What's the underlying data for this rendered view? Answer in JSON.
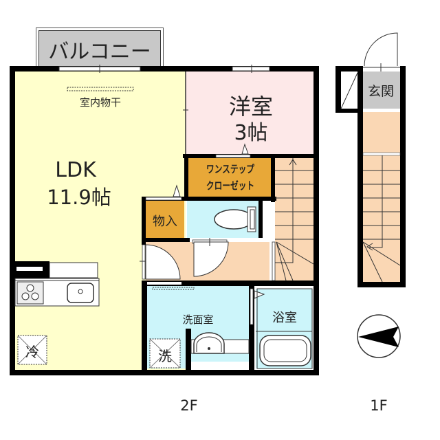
{
  "colors": {
    "wall": "#000000",
    "ldk": "#ffffcc",
    "western_room": "#fde8e8",
    "closet": "#e8a838",
    "wet_area": "#ccf5fa",
    "hall": "#fad7b4",
    "entrance": "#c8c8c8",
    "balcony": "#c8c8c8"
  },
  "floors": [
    {
      "label": "2F"
    },
    {
      "label": "1F"
    }
  ],
  "rooms": {
    "balcony": {
      "label": "バルコニー"
    },
    "ldk": {
      "label": "LDK",
      "size": "11.9帖",
      "drying_rack": "室内物干"
    },
    "western": {
      "label": "洋室",
      "size": "3帖"
    },
    "one_step_closet": {
      "line1": "ワンステップ",
      "line2": "クローゼット"
    },
    "storage": {
      "label": "物入"
    },
    "washroom": {
      "label": "洗面室"
    },
    "bathroom": {
      "label": "浴室"
    },
    "entrance": {
      "label": "玄関"
    }
  },
  "fixtures": {
    "fridge": {
      "label": "冷"
    },
    "washer": {
      "label": "洗"
    },
    "stove": {
      "icon": "stove-icon"
    },
    "sink": {
      "icon": "sink-icon"
    },
    "toilet": {
      "icon": "toilet-icon"
    },
    "bathtub": {
      "icon": "bathtub-icon"
    },
    "washbasin": {
      "icon": "washbasin-icon"
    }
  },
  "compass": {
    "icon": "compass-north-arrow-icon",
    "direction": "west"
  }
}
